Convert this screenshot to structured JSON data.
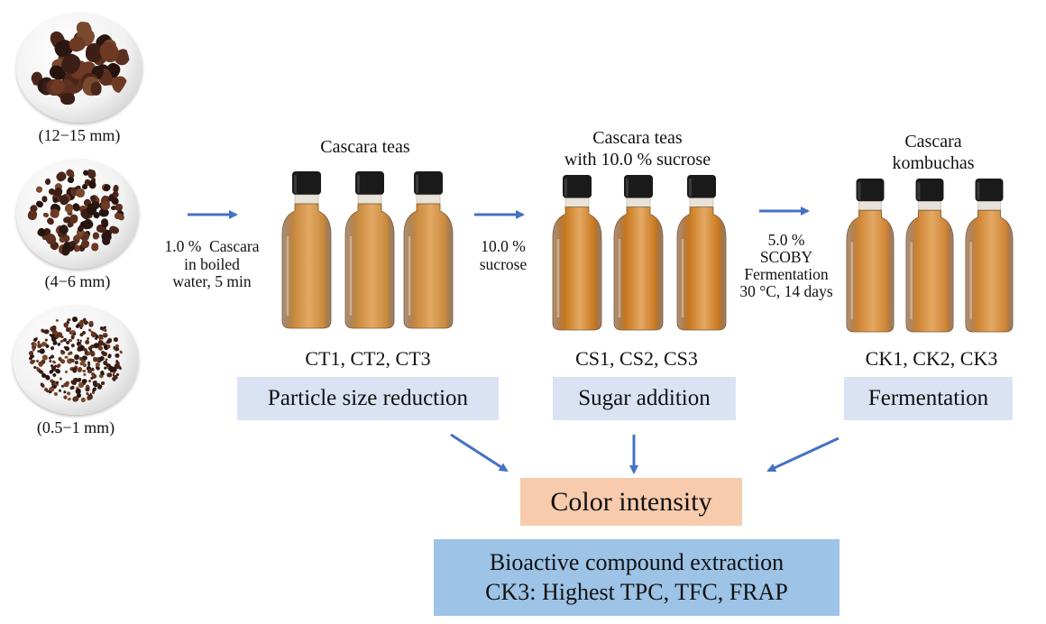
{
  "samples": [
    {
      "size_label": "(12−15 mm)"
    },
    {
      "size_label": "(4−6 mm)"
    },
    {
      "size_label": "(0.5−1 mm)"
    }
  ],
  "steps": {
    "extraction": {
      "label": "1.0 %  Cascara\nin boiled\nwater, 5 min"
    },
    "sugar": {
      "label": "10.0 %\nsucrose"
    },
    "scoby": {
      "label": "5.0 %\nSCOBY\nFermentation\n30 °C, 14 days"
    }
  },
  "groups": [
    {
      "title": "Cascara teas",
      "codes": "CT1, CT2, CT3",
      "process": "Particle size reduction"
    },
    {
      "title": "Cascara teas\nwith 10.0 % sucrose",
      "codes": "CS1, CS2, CS3",
      "process": "Sugar addition"
    },
    {
      "title": "Cascara\nkombuchas",
      "codes": "CK1, CK2, CK3",
      "process": "Fermentation"
    }
  ],
  "outcome": {
    "color_label": "Color intensity",
    "extraction_line1": "Bioactive compound extraction",
    "extraction_line2": "CK3: Highest TPC, TFC, FRAP"
  },
  "colors": {
    "arrow": "#4472c4",
    "process_box": "#dae3f3",
    "color_box": "#f8cbad",
    "extraction_box": "#9dc3e6",
    "tea_liquid": "#c98a3d",
    "syrup_liquid": "#c9781f",
    "kombucha_liquid": "#cf8433",
    "bottle_cap": "#1a1a1a"
  }
}
